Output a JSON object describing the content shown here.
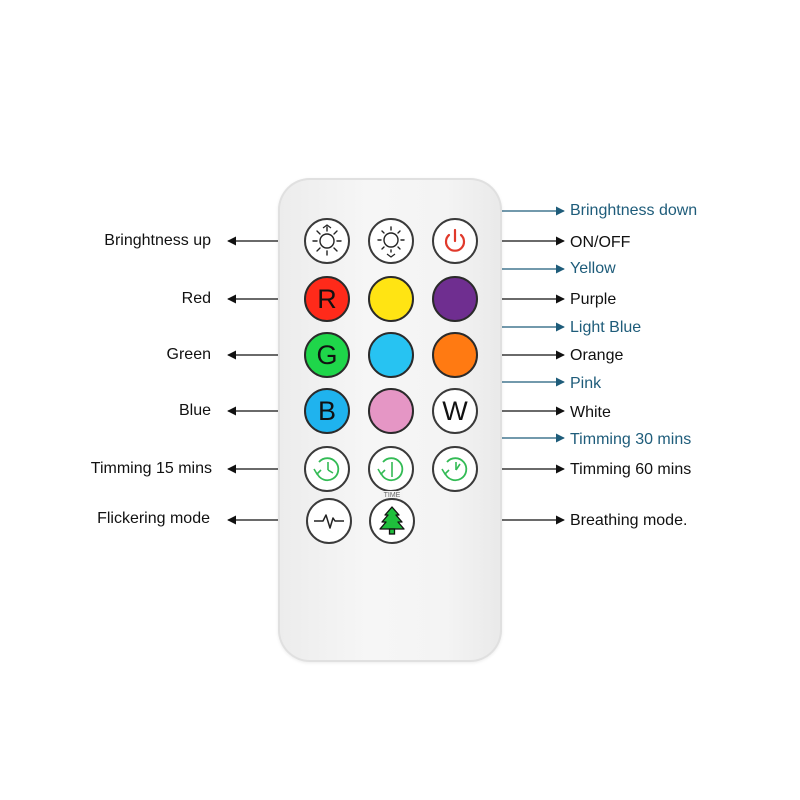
{
  "labels": {
    "brightness_up": "Bringhtness up",
    "brightness_down": "Bringhtness down",
    "on_off": "ON/OFF",
    "red": "Red",
    "yellow": "Yellow",
    "purple": "Purple",
    "green": "Green",
    "light_blue": "Light Blue",
    "orange": "Orange",
    "blue": "Blue",
    "pink": "Pink",
    "white": "White",
    "timing_15": "Timming 15 mins",
    "timing_30": "Timming 30 mins",
    "timing_60": "Timming 60 mins",
    "flicker": "Flickering mode",
    "breathing": "Breathing mode."
  },
  "buttons": {
    "red_letter": "R",
    "green_letter": "G",
    "blue_letter": "B",
    "white_letter": "W",
    "time_tag": "TIME"
  },
  "colors": {
    "red": "#ff2a1a",
    "yellow": "#ffe413",
    "purple": "#6f2e90",
    "green": "#1fd64a",
    "light_blue": "#27c3f2",
    "orange": "#ff7a12",
    "blue": "#1fb3ee",
    "pink": "#e596c5",
    "white": "#ffffff",
    "power_icon": "#e0392b",
    "timer_icon": "#33bb55",
    "tree_icon": "#1fbf3c",
    "callout_teal": "#1e5c7a"
  },
  "icons": {
    "brightness_up": "sun-up-icon",
    "brightness_down": "sun-down-icon",
    "power": "power-icon",
    "timer": "timer-icon",
    "flicker": "pulse-icon",
    "breathing": "tree-icon"
  }
}
